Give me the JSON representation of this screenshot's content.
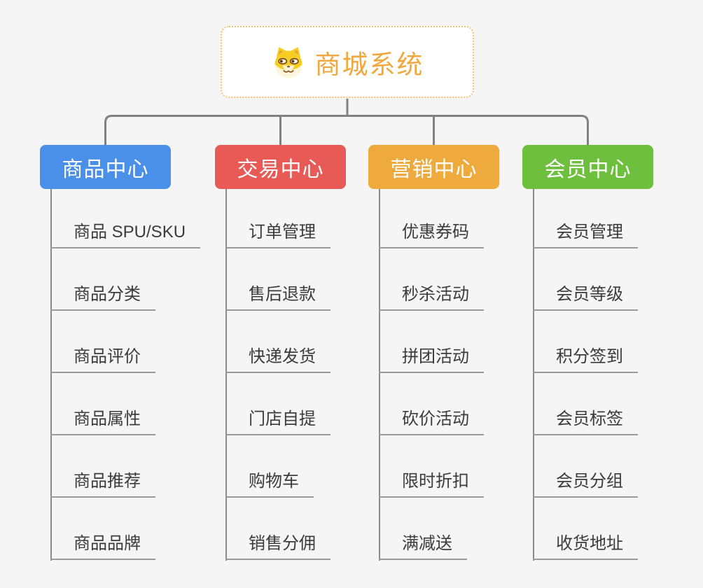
{
  "root": {
    "title": "商城系统",
    "icon": "dog-face"
  },
  "branches": [
    {
      "id": "product-center",
      "label": "商品中心",
      "color": "#4A90E8",
      "items": [
        "商品 SPU/SKU",
        "商品分类",
        "商品评价",
        "商品属性",
        "商品推荐",
        "商品品牌"
      ]
    },
    {
      "id": "trade-center",
      "label": "交易中心",
      "color": "#E85A56",
      "items": [
        "订单管理",
        "售后退款",
        "快递发货",
        "门店自提",
        "购物车",
        "销售分佣"
      ]
    },
    {
      "id": "marketing-center",
      "label": "营销中心",
      "color": "#EEAA3C",
      "items": [
        "优惠券码",
        "秒杀活动",
        "拼团活动",
        "砍价活动",
        "限时折扣",
        "满减送"
      ]
    },
    {
      "id": "member-center",
      "label": "会员中心",
      "color": "#6FBF3F",
      "items": [
        "会员管理",
        "会员等级",
        "积分签到",
        "会员标签",
        "会员分组",
        "收货地址"
      ]
    }
  ],
  "colors": {
    "background": "#F5F5F5",
    "connector": "#818181",
    "leaf_underline": "#9A9A9A",
    "leaf_text": "#3B3B3B",
    "root_accent": "#F1A73C",
    "root_border": "#F3C169"
  }
}
